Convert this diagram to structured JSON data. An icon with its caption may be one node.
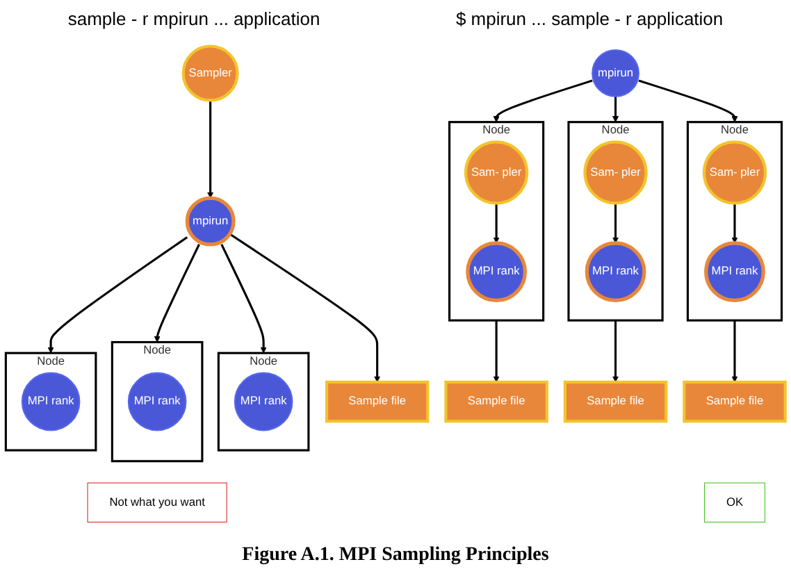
{
  "diagram": {
    "caption": "Figure A.1. MPI Sampling Principles",
    "nodes": [
      {
        "text": [
          "Sampler"
        ]
      },
      {
        "text": [
          "mpirun"
        ]
      },
      {
        "text": [
          "Sample file"
        ]
      },
      {
        "text": [
          "Node"
        ]
      },
      {
        "text": [
          "MPI rank"
        ],
        "in": 3
      },
      {
        "text": [
          "Node"
        ]
      },
      {
        "text": [
          "MPI rank"
        ],
        "in": 5
      },
      {
        "text": [
          "Node"
        ]
      },
      {
        "text": [
          "MPI rank"
        ],
        "in": 7
      },
      {
        "text": [
          "mpirun"
        ]
      },
      {
        "text": [
          "Node"
        ]
      },
      {
        "text": [
          "Sam- pler"
        ],
        "in": 10
      },
      {
        "text": [
          "MPI rank"
        ],
        "in": 10
      },
      {
        "text": [
          "Node"
        ]
      },
      {
        "text": [
          "Sam- pler"
        ],
        "in": 13
      },
      {
        "text": [
          "MPI rank"
        ],
        "in": 13
      },
      {
        "text": [
          "Node"
        ]
      },
      {
        "text": [
          "Sam- pler"
        ],
        "in": 16
      },
      {
        "text": [
          "MPI rank"
        ],
        "in": 16
      },
      {
        "text": [
          "Sample file"
        ]
      },
      {
        "text": [
          "Sample file"
        ]
      },
      {
        "text": [
          "Sample file"
        ]
      },
      {
        "text": [
          "Not what you want"
        ]
      },
      {
        "text": [
          "OK"
        ]
      }
    ],
    "edges": [
      {
        "from": 0,
        "to": 1,
        "arrow": "to"
      },
      {
        "from": 1,
        "to": 2,
        "arrow": "to"
      },
      {
        "from": 1,
        "to": 3,
        "arrow": "to"
      },
      {
        "from": 1,
        "to": 5,
        "arrow": "to"
      },
      {
        "from": 1,
        "to": 7,
        "arrow": "to"
      },
      {
        "from": 9,
        "to": 10,
        "arrow": "to"
      },
      {
        "from": 9,
        "to": 13,
        "arrow": "to"
      },
      {
        "from": 9,
        "to": 16,
        "arrow": "to"
      },
      {
        "from": 11,
        "to": 12,
        "arrow": "to"
      },
      {
        "from": 14,
        "to": 15,
        "arrow": "to"
      },
      {
        "from": 17,
        "to": 18,
        "arrow": "to"
      },
      {
        "from": 10,
        "to": 19,
        "arrow": "to"
      },
      {
        "from": 13,
        "to": 20,
        "arrow": "to"
      },
      {
        "from": 16,
        "to": 21,
        "arrow": "to"
      }
    ],
    "labels": [
      "sample - r mpirun ... application",
      "$ mpirun ... sample - r application"
    ]
  }
}
